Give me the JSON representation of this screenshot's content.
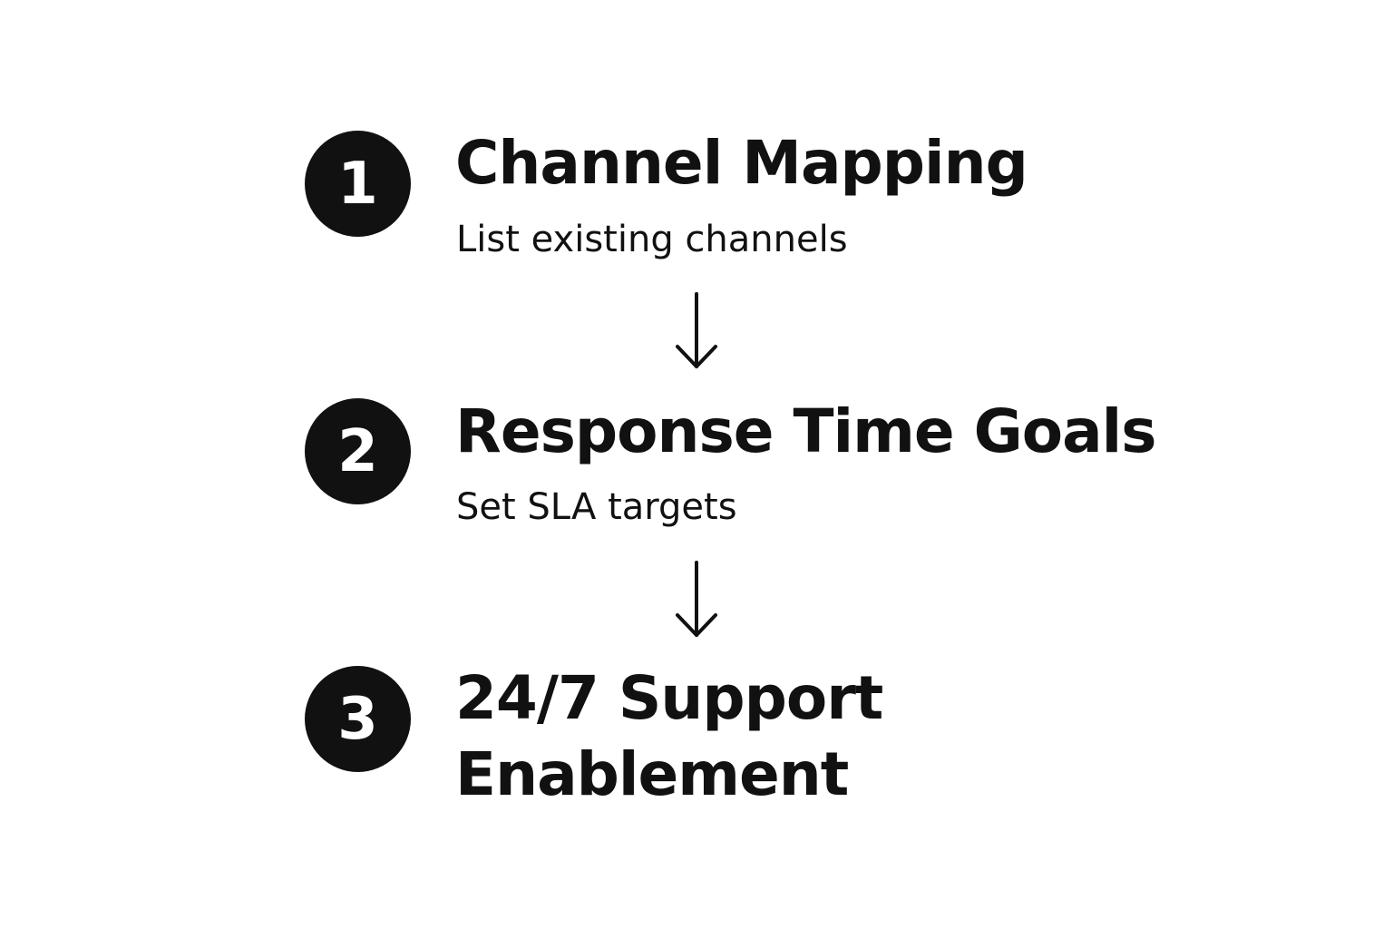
{
  "steps": [
    {
      "number": "1",
      "title": "Channel Mapping",
      "description": "List existing channels"
    },
    {
      "number": "2",
      "title": "Response Time Goals",
      "description": "Set SLA targets"
    },
    {
      "number": "3",
      "title_line1": "24/7 Support",
      "title_line2": "Enablement"
    }
  ],
  "colors": {
    "badge_fill": "#111111",
    "badge_text": "#ffffff",
    "text": "#111111",
    "background": "#ffffff"
  },
  "icons": {
    "connector": "arrow-down-icon"
  }
}
